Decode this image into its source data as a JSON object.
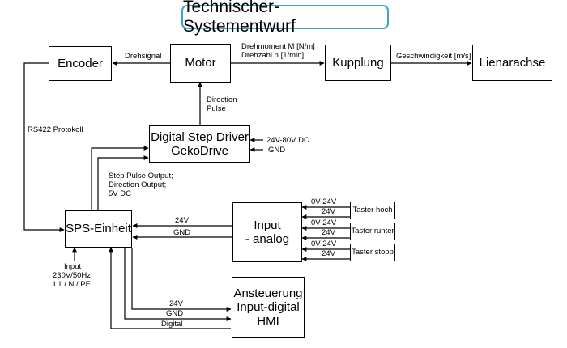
{
  "title": "Technischer-Systementwurf",
  "blocks": {
    "encoder": "Encoder",
    "motor": "Motor",
    "kupplung": "Kupplung",
    "linearachse": "Lienarachse",
    "driver_line1": "Digital Step Driver",
    "driver_line2": "GekoDrive",
    "sps": "SPS-Einheit",
    "input_analog_line1": "Input",
    "input_analog_line2": "- analog",
    "hmi_line1": "Ansteuerung",
    "hmi_line2": "Input-digital",
    "hmi_line3": "HMI",
    "taster_hoch": "Taster hoch",
    "taster_runter": "Taster runter",
    "taster_stopp": "Taster stopp"
  },
  "labels": {
    "drehsignal": "Drehsignal",
    "drehmoment": "Drehmoment M [N/m]",
    "drehzahl": "Drehzahl n [1/min]",
    "geschwindigkeit": "Geschwindigkeit [m/s]",
    "rs422": "RS422 Protokoll",
    "direction": "Direction",
    "pulse": "Pulse",
    "power_24_80": "24V-80V DC",
    "gnd_driver": "GND",
    "step_out_1": "Step Pulse Output;",
    "step_out_2": "Direction Output;",
    "step_out_3": "5V DC",
    "sps_24v": "24V",
    "sps_gnd": "GND",
    "input_1": "Input",
    "input_2": "230V/50Hz",
    "input_3": "L1 / N / PE",
    "hmi_24v": "24V",
    "hmi_gnd": "GND",
    "hmi_digital": "Digital",
    "t_hoch_0v": "0V-24V",
    "t_hoch_24v": "24V",
    "t_runter_0v": "0V-24V",
    "t_runter_24v": "24V",
    "t_stopp_0v": "0V-24V",
    "t_stopp_24v": "24V"
  }
}
